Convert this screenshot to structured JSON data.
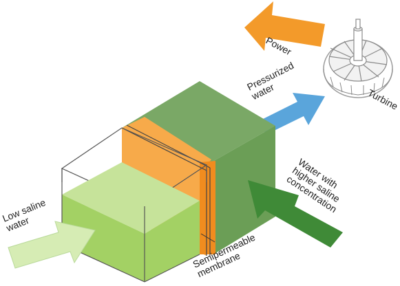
{
  "labels": {
    "power": "Power",
    "pressurized_water": [
      "Pressurized",
      "water"
    ],
    "turbine": "Turbine",
    "higher_saline": [
      "Water with",
      "higher saline",
      "concentration"
    ],
    "low_saline": [
      "Low saline",
      "water"
    ],
    "membrane": [
      "Semipermeable",
      "membrane"
    ]
  },
  "colors": {
    "power_arrow": "#f39a2a",
    "pressurized_arrow": "#5aa5db",
    "higher_saline_arrow": "#3f8a37",
    "low_saline_arrow": "#d6ecb4",
    "low_saline_water": "#a3d164",
    "low_saline_water_top": "#c6e39a",
    "high_saline_water": "#6b9e56",
    "high_saline_top": "#7aa866",
    "membrane": "#f7aa4a",
    "membrane_front": "#f08c1f",
    "outline": "#555555"
  }
}
